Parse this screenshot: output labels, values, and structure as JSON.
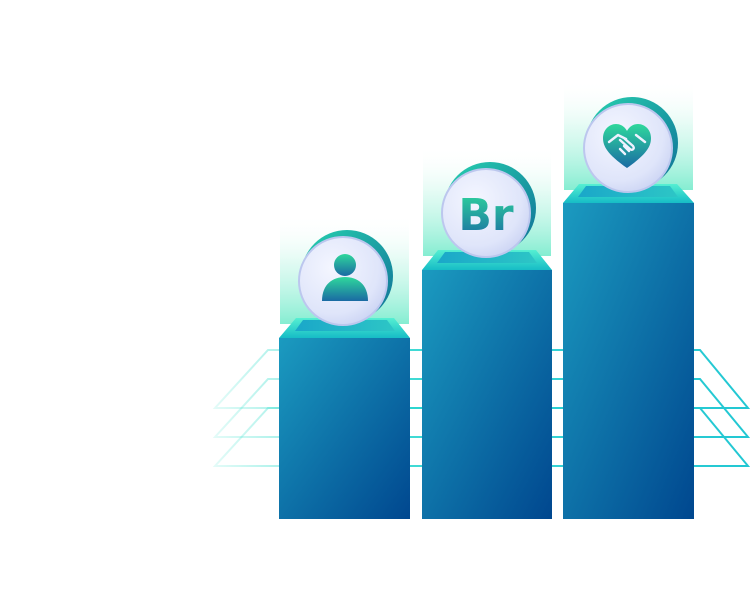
{
  "illustration": {
    "colors": {
      "pillar_top": "#1b9bc0",
      "pillar_bottom": "#00478f",
      "platform_top": "#4ee8cf",
      "platform_bottom": "#19c2c8",
      "glow": "#8ff0d8",
      "grid_line": "#2bd6d0",
      "coin_face": "#e4e9fb",
      "coin_rim": "#14b7a8",
      "icon_gradient_start": "#1fcf9a",
      "icon_gradient_end": "#1d6fa6"
    },
    "pillars": [
      {
        "level": 1,
        "icon": "person-icon",
        "label": ""
      },
      {
        "level": 2,
        "icon": "brand-letters-icon",
        "label": "Br"
      },
      {
        "level": 3,
        "icon": "heart-handshake-icon",
        "label": ""
      }
    ]
  }
}
